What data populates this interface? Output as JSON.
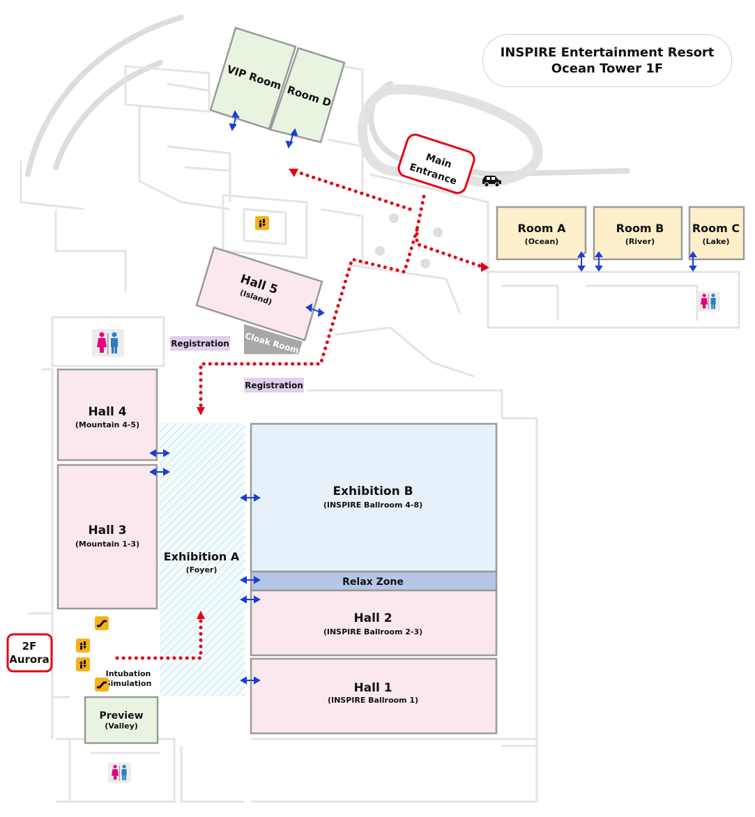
{
  "header": {
    "title_line1": "INSPIRE Entertainment Resort",
    "title_line2": "Ocean Tower 1F"
  },
  "rooms": {
    "vip_room": {
      "name": "VIP Room"
    },
    "room_d": {
      "name": "Room D"
    },
    "room_a": {
      "name": "Room A",
      "sub": "(Ocean)"
    },
    "room_b": {
      "name": "Room B",
      "sub": "(River)"
    },
    "room_c": {
      "name": "Room C",
      "sub": "(Lake)"
    },
    "hall_5": {
      "name": "Hall 5",
      "sub": "(Island)"
    },
    "hall_4": {
      "name": "Hall 4",
      "sub": "(Mountain 4-5)"
    },
    "hall_3": {
      "name": "Hall 3",
      "sub": "(Mountain 1-3)"
    },
    "exhibition_a": {
      "name": "Exhibition A",
      "sub": "(Foyer)"
    },
    "exhibition_b": {
      "name": "Exhibition B",
      "sub": "(INSPIRE Ballroom 4-8)"
    },
    "relax_zone": {
      "name": "Relax Zone"
    },
    "hall_2": {
      "name": "Hall 2",
      "sub": "(INSPIRE Ballroom 2-3)"
    },
    "hall_1": {
      "name": "Hall 1",
      "sub": "(INSPIRE Ballroom 1)"
    },
    "preview": {
      "name": "Preview",
      "sub": "(Valley)"
    }
  },
  "labels": {
    "main_entrance_line1": "Main",
    "main_entrance_line2": "Entrance",
    "cloak_room": "Cloak Room",
    "registration_1": "Registration",
    "registration_2": "Registration",
    "aurora_line1": "2F",
    "aurora_line2": "Aurora",
    "intubation_line1": "Intubation",
    "intubation_line2": "Simulation"
  },
  "colors": {
    "green_room": "#e8f4e0",
    "yellow_room": "#fcefc9",
    "pink_hall": "#fbe8ee",
    "blue_exhibition": "#e6f1fa",
    "relax_zone": "#b4c7e7",
    "registration": "#e0d0ec",
    "route_red": "#e60012",
    "door_arrow": "#1a3fd6"
  },
  "icons": [
    "restroom-icon",
    "elevator-icon",
    "escalator-icon",
    "car-icon",
    "door-arrow-icon"
  ]
}
